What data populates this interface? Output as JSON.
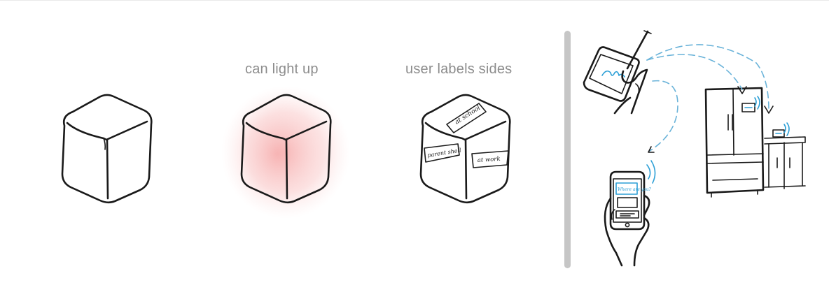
{
  "captions": {
    "light": "can light up",
    "labels": "user labels sides"
  },
  "cube_labels": {
    "top": "at school",
    "left": "parent shell",
    "right": "at work"
  },
  "phone_screen": {
    "line1": "Where are you?"
  },
  "colors": {
    "ink": "#1a1a1a",
    "caption": "#8d8d8d",
    "glow": "#f7a8a8",
    "sketch_blue": "#2c9fd6",
    "divider": "#c6c6c6"
  }
}
